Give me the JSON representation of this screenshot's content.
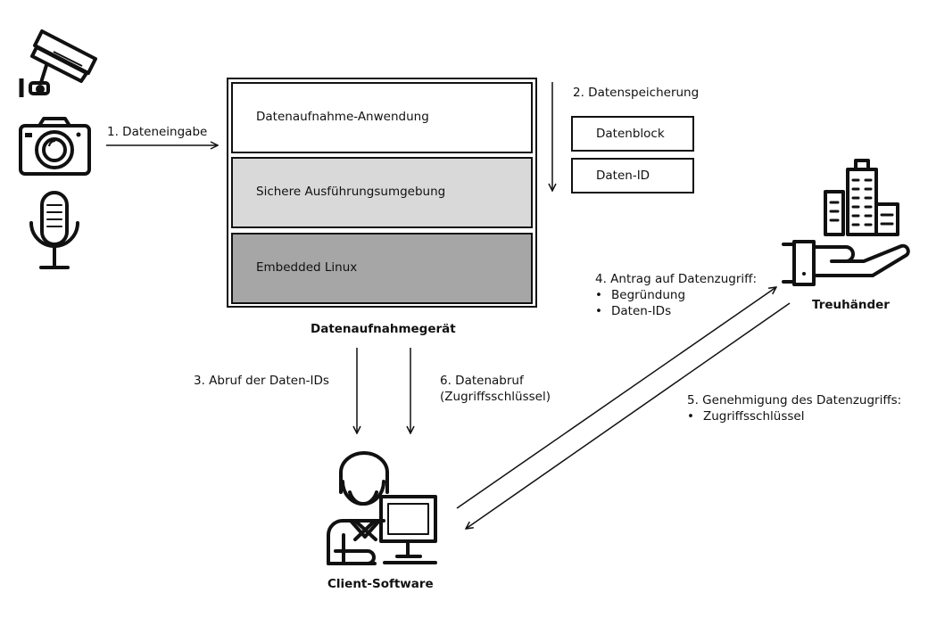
{
  "device": {
    "caption": "Datenaufnahmegerät",
    "layers": [
      {
        "label": "Datenaufnahme-Anwendung",
        "fill": "#ffffff"
      },
      {
        "label": "Sichere Ausführungsumgebung",
        "fill": "#d9d9d9"
      },
      {
        "label": "Embedded Linux",
        "fill": "#a6a6a6"
      }
    ]
  },
  "storage": {
    "label": "2. Datenspeicherung",
    "boxes": [
      "Datenblock",
      "Daten-ID"
    ]
  },
  "inputs": {
    "label": "1. Dateneingabe",
    "icons": [
      "security-camera-icon",
      "photo-camera-icon",
      "microphone-icon"
    ]
  },
  "flows": {
    "step3": "3. Abruf der Daten-IDs",
    "step6": {
      "line1": "6. Datenabruf",
      "line2": "(Zugriffsschlüssel)"
    },
    "step4": {
      "title": "4. Antrag auf Datenzugriff:",
      "items": [
        "Begründung",
        "Daten-IDs"
      ]
    },
    "step5": {
      "title": "5. Genehmigung des Datenzugriffs:",
      "items": [
        "Zugriffsschlüssel"
      ]
    }
  },
  "actors": {
    "trustee": "Treuhänder",
    "client": "Client-Software"
  },
  "colors": {
    "stroke": "#111111",
    "layer_mid": "#d9d9d9",
    "layer_dark": "#a6a6a6"
  }
}
